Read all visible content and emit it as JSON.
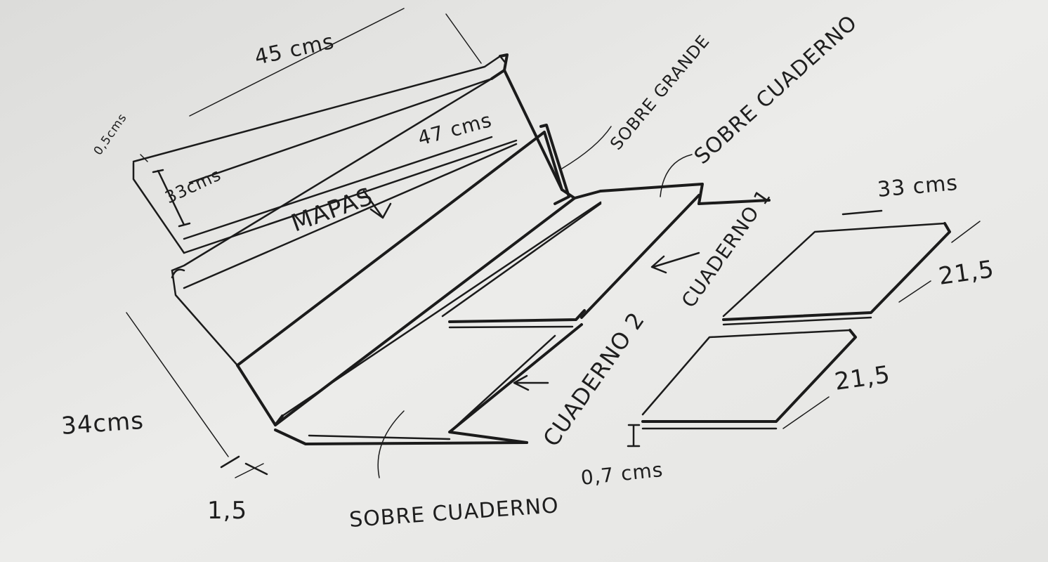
{
  "labels": {
    "top_width": "45 cms",
    "thickness_top": "0,5cms",
    "height_top": "33cms",
    "inner_width": "47 cms",
    "mapas": "MAPAS",
    "sobre_grande": "SOBRE GRANDE",
    "sobre_cuaderno_top": "SOBRE CUADERNO",
    "cuaderno_1": "CUADERNO 1",
    "cuaderno_2": "CUADERNO 2",
    "sobre_cuaderno_bottom": "SOBRE CUADERNO",
    "left_height": "34cms",
    "left_bottom": "1,5",
    "notebook_width": "33 cms",
    "notebook1_depth": "21,5",
    "notebook2_depth": "21,5",
    "notebook_thickness": "0,7 cms"
  },
  "colors": {
    "paper": "#e9e9e7",
    "ink": "#1b1b1b"
  }
}
